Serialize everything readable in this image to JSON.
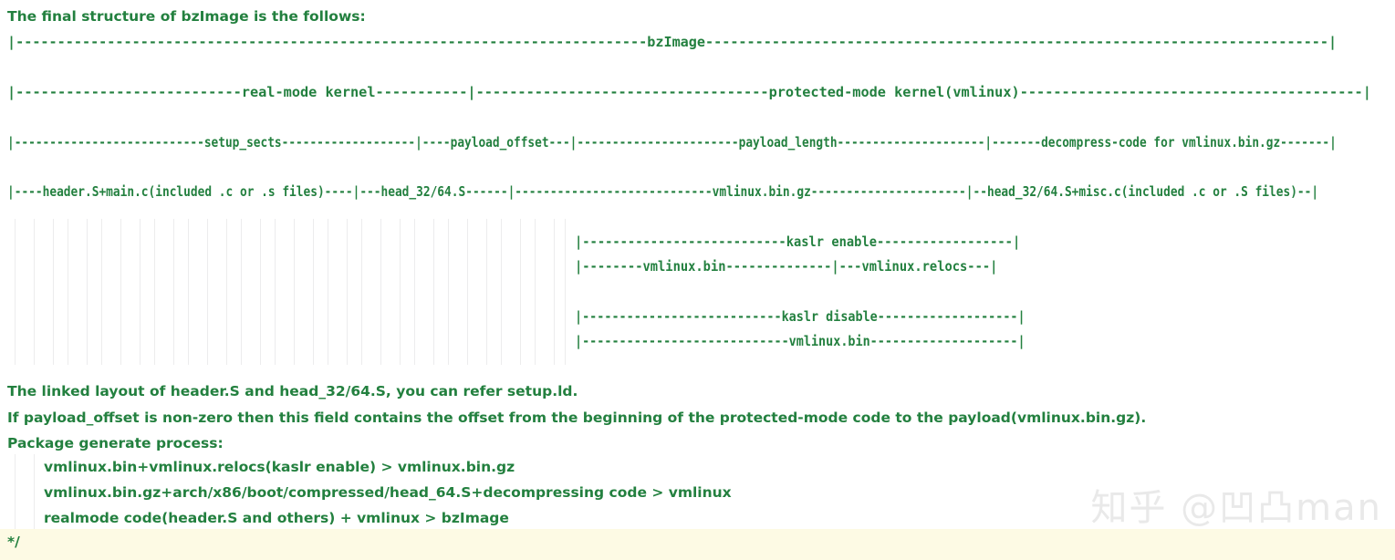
{
  "editor": {
    "background_color": "#ffffff",
    "text_color": "#23803f",
    "current_line_color": "#fdfae4",
    "indent_guide_color": "#ececed",
    "language": "c-block-comment"
  },
  "watermark": {
    "text": "知乎 @凹凸man",
    "color": "#e9e9e9"
  },
  "content": {
    "intro": "The final structure of bzImage is the follows:",
    "diagram": {
      "row1": "|----------------------------------------------------------------------------bzImage---------------------------------------------------------------------------|",
      "row2": "|---------------------------real-mode kernel-----------|-----------------------------------protected-mode kernel(vmlinux)-----------------------------------------|",
      "row3": "|---------------------------setup_sects-------------------|----payload_offset---|-----------------------payload_length---------------------|-------decompress-code for vmlinux.bin.gz-------|",
      "row4": "|----header.S+main.c(included .c or .s files)----|---head_32/64.S------|----------------------------vmlinux.bin.gz----------------------|--head_32/64.S+misc.c(included .c or .S files)--|",
      "kaslr_enable_top": "|---------------------------kaslr enable------------------|",
      "kaslr_enable_bottom": "|--------vmlinux.bin--------------|---vmlinux.relocs---|",
      "kaslr_disable_top": "|---------------------------kaslr disable-------------------|",
      "kaslr_disable_bottom": "|----------------------------vmlinux.bin--------------------|"
    },
    "notes": [
      "The linked layout of header.S and head_32/64.S, you can refer setup.ld.",
      "If payload_offset is non-zero then this field contains the offset from the beginning of the protected-mode code to the payload(vmlinux.bin.gz).",
      "Package generate process:"
    ],
    "process_steps": [
      "vmlinux.bin+vmlinux.relocs(kaslr enable) > vmlinux.bin.gz",
      "vmlinux.bin.gz+arch/x86/boot/compressed/head_64.S+decompressing code > vmlinux",
      "realmode code(header.S and others) + vmlinux > bzImage"
    ],
    "comment_end": "*/"
  }
}
